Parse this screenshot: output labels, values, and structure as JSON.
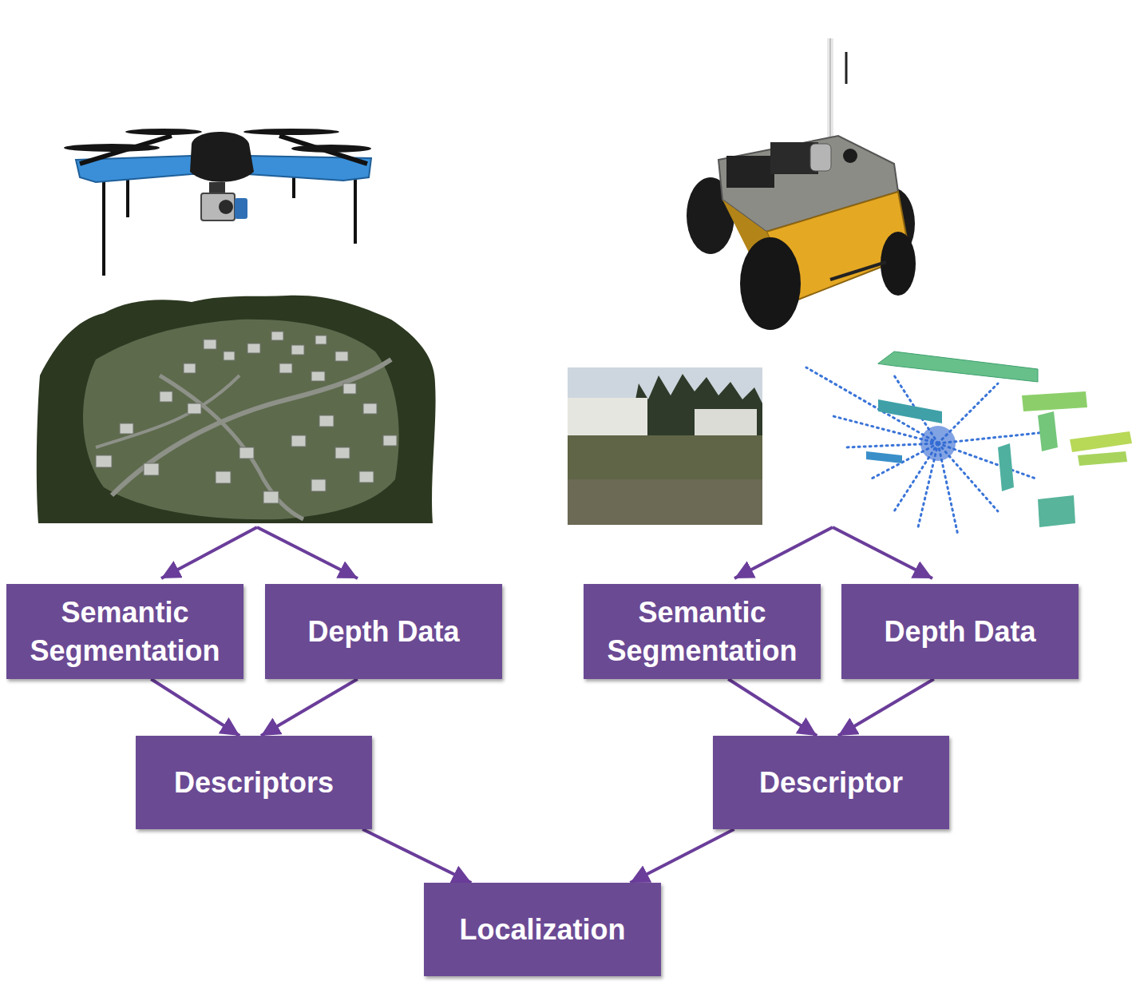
{
  "diagram": {
    "nodes": [
      {
        "text": [
          "Semantic Segmentation"
        ]
      },
      {
        "text": [
          "Depth Data"
        ]
      },
      {
        "text": [
          "Semantic Segmentation"
        ]
      },
      {
        "text": [
          "Depth Data"
        ]
      },
      {
        "text": [
          "Descriptors"
        ]
      },
      {
        "text": [
          "Descriptor"
        ]
      },
      {
        "text": [
          "Localization"
        ]
      }
    ],
    "edges": [
      {
        "from": 0,
        "to": 4,
        "arrow": "to"
      },
      {
        "from": 1,
        "to": 4,
        "arrow": "to"
      },
      {
        "from": 2,
        "to": 5,
        "arrow": "to"
      },
      {
        "from": 3,
        "to": 5,
        "arrow": "to"
      },
      {
        "from": 4,
        "to": 6,
        "arrow": "to"
      },
      {
        "from": 5,
        "to": 6,
        "arrow": "to"
      }
    ]
  }
}
